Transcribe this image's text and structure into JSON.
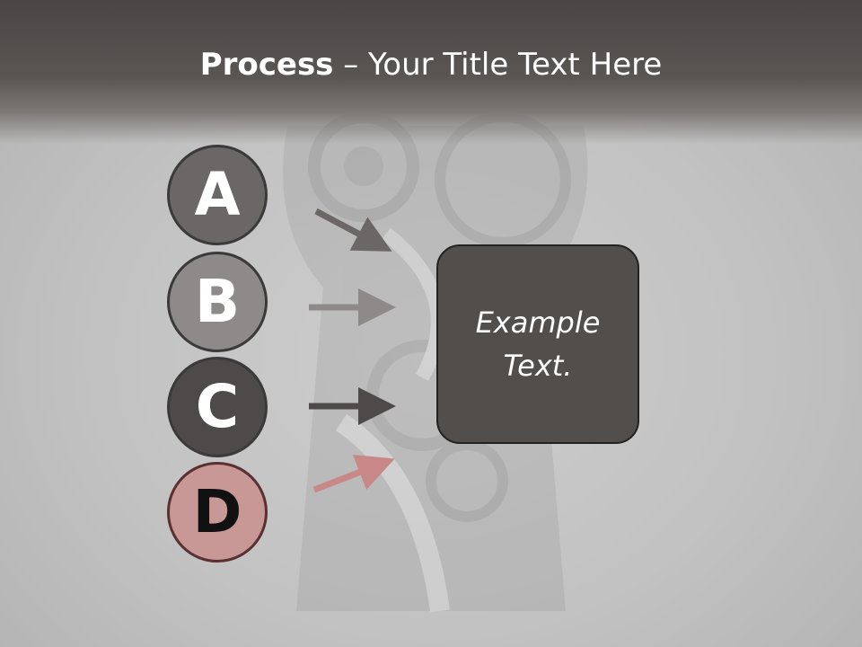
{
  "title": {
    "bold": "Process",
    "rest": " – Your Title Text Here"
  },
  "steps": [
    {
      "letter": "A",
      "color": "#6b6766"
    },
    {
      "letter": "B",
      "color": "#8e8a89"
    },
    {
      "letter": "C",
      "color": "#4e4a49"
    },
    {
      "letter": "D",
      "color": "#c89897"
    }
  ],
  "arrow_colors": [
    "#6b6766",
    "#8e8a89",
    "#4e4a49",
    "#c98888"
  ],
  "box": {
    "text": "Example Text.",
    "color": "#524e4c"
  },
  "colors": {
    "banner": "#4a4645",
    "background": "#c6c6c6"
  }
}
